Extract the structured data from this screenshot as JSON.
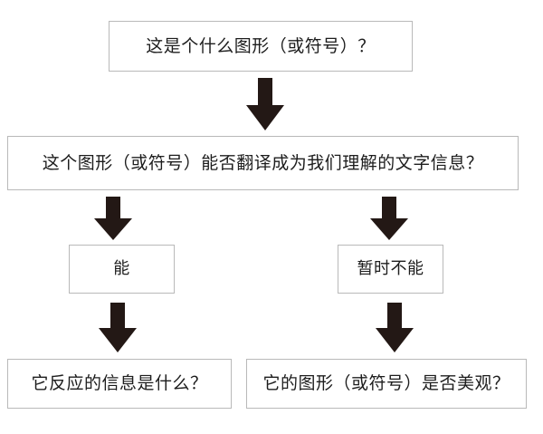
{
  "diagram": {
    "title": "",
    "background_color": "#ffffff",
    "box_border_color": "#b9b9b9",
    "box_fill_color": "#ffffff",
    "text_color": "#1d1d1d",
    "arrow_color": "#231815",
    "nodes": [
      {
        "id": "q1",
        "label": "这是个什么图形（或符号）？"
      },
      {
        "id": "q2",
        "label": "这个图形（或符号）能否翻译成为我们理解的文字信息？"
      },
      {
        "id": "yes",
        "label": "能"
      },
      {
        "id": "no",
        "label": "暂时不能"
      },
      {
        "id": "out1",
        "label": "它反应的信息是什么？"
      },
      {
        "id": "out2",
        "label": "它的图形（或符号）是否美观？"
      }
    ],
    "edges": [
      {
        "id": "q1-q2",
        "from": "q1",
        "to": "q2",
        "direction": "down",
        "icon": "down-block-arrow-icon"
      },
      {
        "id": "q2-yes",
        "from": "q2",
        "to": "yes",
        "direction": "down",
        "icon": "down-block-arrow-icon"
      },
      {
        "id": "q2-no",
        "from": "q2",
        "to": "no",
        "direction": "down",
        "icon": "down-block-arrow-icon"
      },
      {
        "id": "yes-out1",
        "from": "yes",
        "to": "out1",
        "direction": "down",
        "icon": "down-block-arrow-icon"
      },
      {
        "id": "no-out2",
        "from": "no",
        "to": "out2",
        "direction": "down",
        "icon": "down-block-arrow-icon"
      }
    ]
  }
}
